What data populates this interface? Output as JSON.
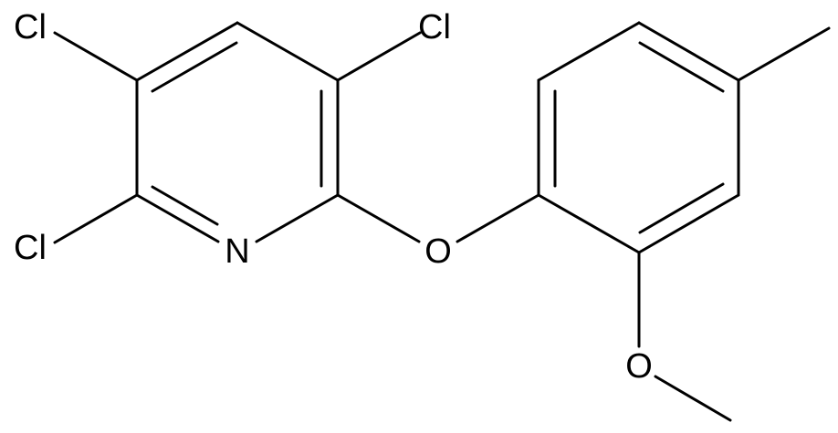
{
  "molecule": {
    "labels": {
      "cl_top_left": "Cl",
      "cl_top_right": "Cl",
      "cl_bottom_left": "Cl",
      "nitrogen": "N",
      "oxygen_ether": "O",
      "oxygen_methoxy": "O"
    },
    "colors": {
      "bond": "#000000",
      "label": "#000000",
      "background": "#ffffff"
    }
  }
}
